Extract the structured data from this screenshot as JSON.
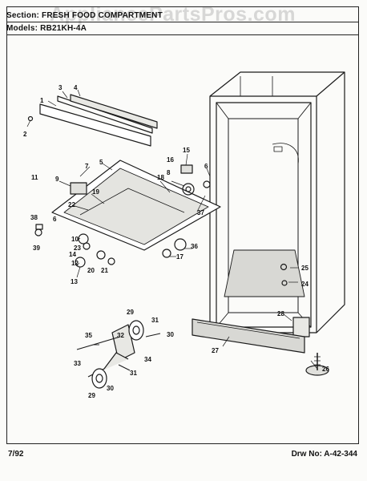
{
  "header": {
    "section_line": "Section: FRESH FOOD COMPARTMENT",
    "model_line": "Models: RB21KH-4A",
    "watermark": "AppliancePartsPros.com"
  },
  "footer": {
    "date": "7/92",
    "drawing": "Drw No: A-42-344"
  },
  "callouts": [
    "1",
    "2",
    "3",
    "4",
    "5",
    "6",
    "6",
    "7",
    "8",
    "9",
    "10",
    "11",
    "12",
    "13",
    "14",
    "15",
    "16",
    "17",
    "18",
    "19",
    "20",
    "21",
    "22",
    "23",
    "24",
    "25",
    "26",
    "27",
    "28",
    "29",
    "29",
    "30",
    "30",
    "31",
    "31",
    "32",
    "33",
    "34",
    "35",
    "36",
    "37",
    "38",
    "39"
  ],
  "colors": {
    "ink": "#1a1a1a",
    "paper": "#fbfbf9",
    "shade": "#d8d8d4"
  }
}
